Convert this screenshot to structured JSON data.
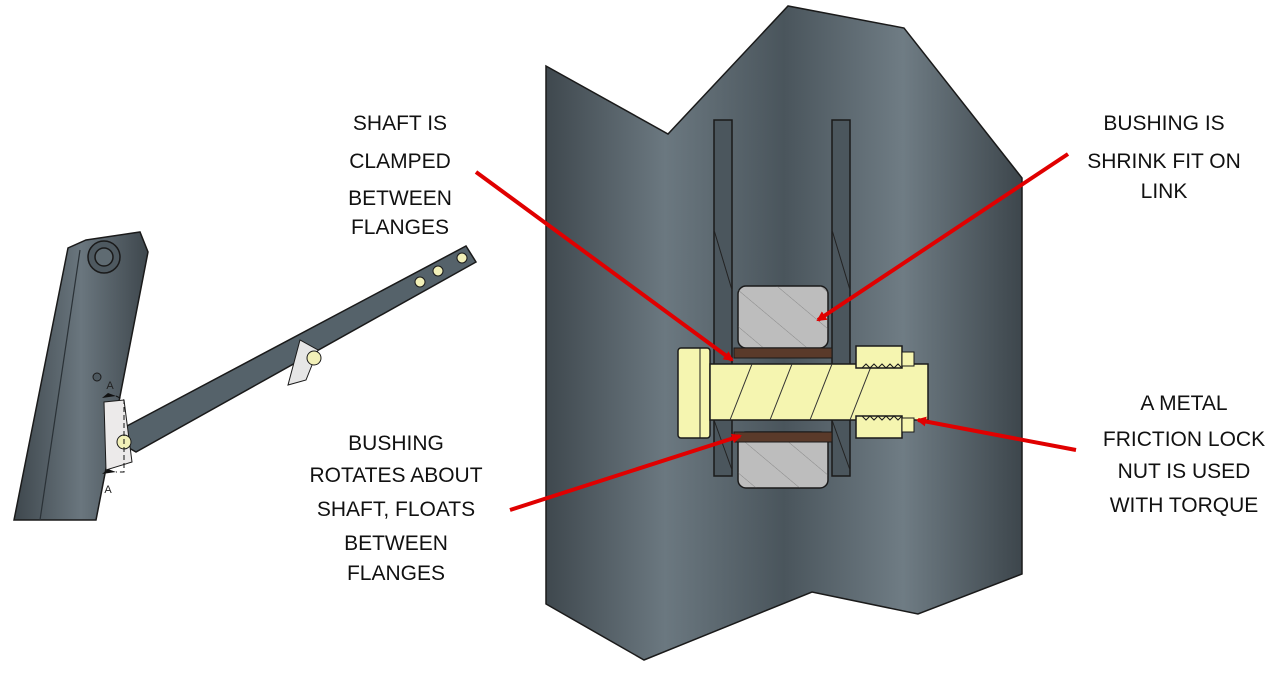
{
  "colors": {
    "plate": "#4e5960",
    "plate_light": "#6a777f",
    "link": "#55626a",
    "bushing": "#b9b9b9",
    "bolt": "#f5f5b0",
    "washer": "#5a3a2a",
    "arrow": "#e00000",
    "outline": "#1a1a1a"
  },
  "annotations": [
    {
      "id": "shaft-clamped",
      "lines": [
        "SHAFT IS",
        "CLAMPED",
        "BETWEEN",
        "FLANGES"
      ]
    },
    {
      "id": "bushing-shrink",
      "lines": [
        "BUSHING IS",
        "SHRINK FIT ON",
        "LINK"
      ]
    },
    {
      "id": "bushing-rotates",
      "lines": [
        "BUSHING",
        "ROTATES ABOUT",
        "SHAFT, FLOATS",
        "BETWEEN",
        "FLANGES"
      ]
    },
    {
      "id": "lock-nut",
      "lines": [
        "A METAL",
        "FRICTION LOCK",
        "NUT IS USED",
        "WITH TORQUE"
      ]
    }
  ],
  "section_marks": {
    "top": "A",
    "bottom": "A"
  }
}
